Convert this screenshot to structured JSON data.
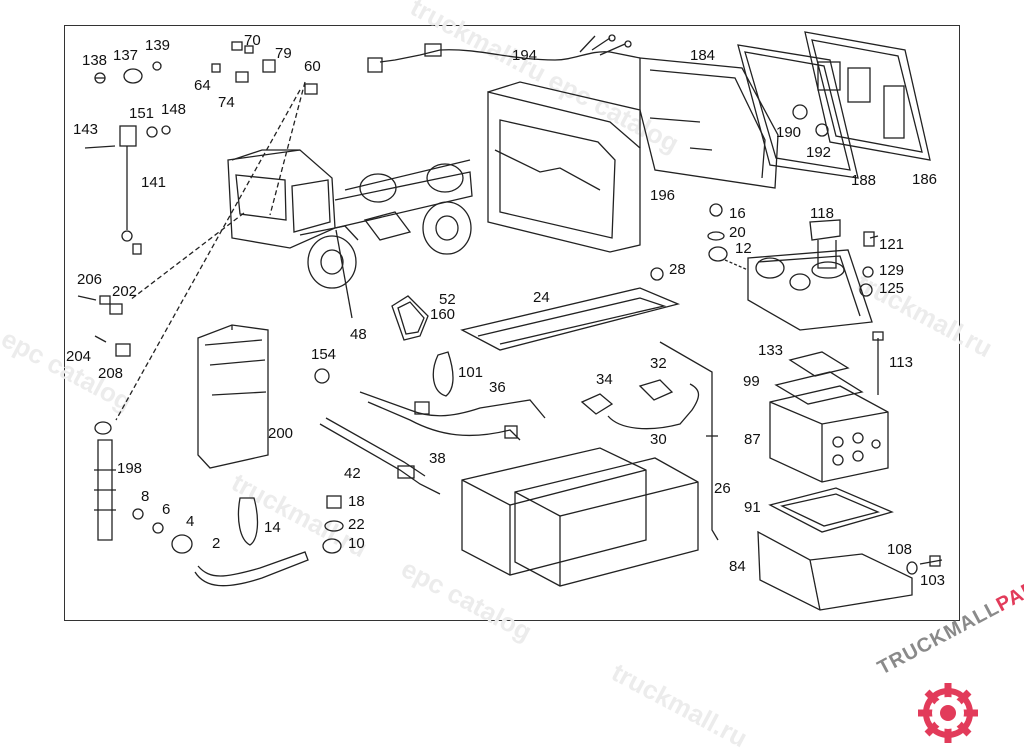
{
  "diagram": {
    "labels": [
      "194",
      "184",
      "190",
      "192",
      "188",
      "186",
      "70",
      "79",
      "60",
      "64",
      "74",
      "139",
      "137",
      "138",
      "148",
      "151",
      "143",
      "141",
      "196",
      "16",
      "20",
      "12",
      "118",
      "121",
      "129",
      "125",
      "28",
      "24",
      "206",
      "202",
      "204",
      "208",
      "52",
      "160",
      "48",
      "154",
      "101",
      "36",
      "32",
      "34",
      "30",
      "133",
      "113",
      "99",
      "87",
      "200",
      "198",
      "8",
      "6",
      "4",
      "2",
      "14",
      "18",
      "22",
      "10",
      "42",
      "38",
      "26",
      "91",
      "84",
      "108",
      "103"
    ]
  },
  "watermark": {
    "text": "truckmall.ru epc catalog",
    "short": "truckmall.ru",
    "short2": "epc catalog",
    "short3": "epc catalog"
  },
  "logo": {
    "part1": "TRUCKMALL",
    "part2": "PARTS",
    "accent_color": "#e23b5a",
    "gray_color": "#8a8a8a"
  }
}
